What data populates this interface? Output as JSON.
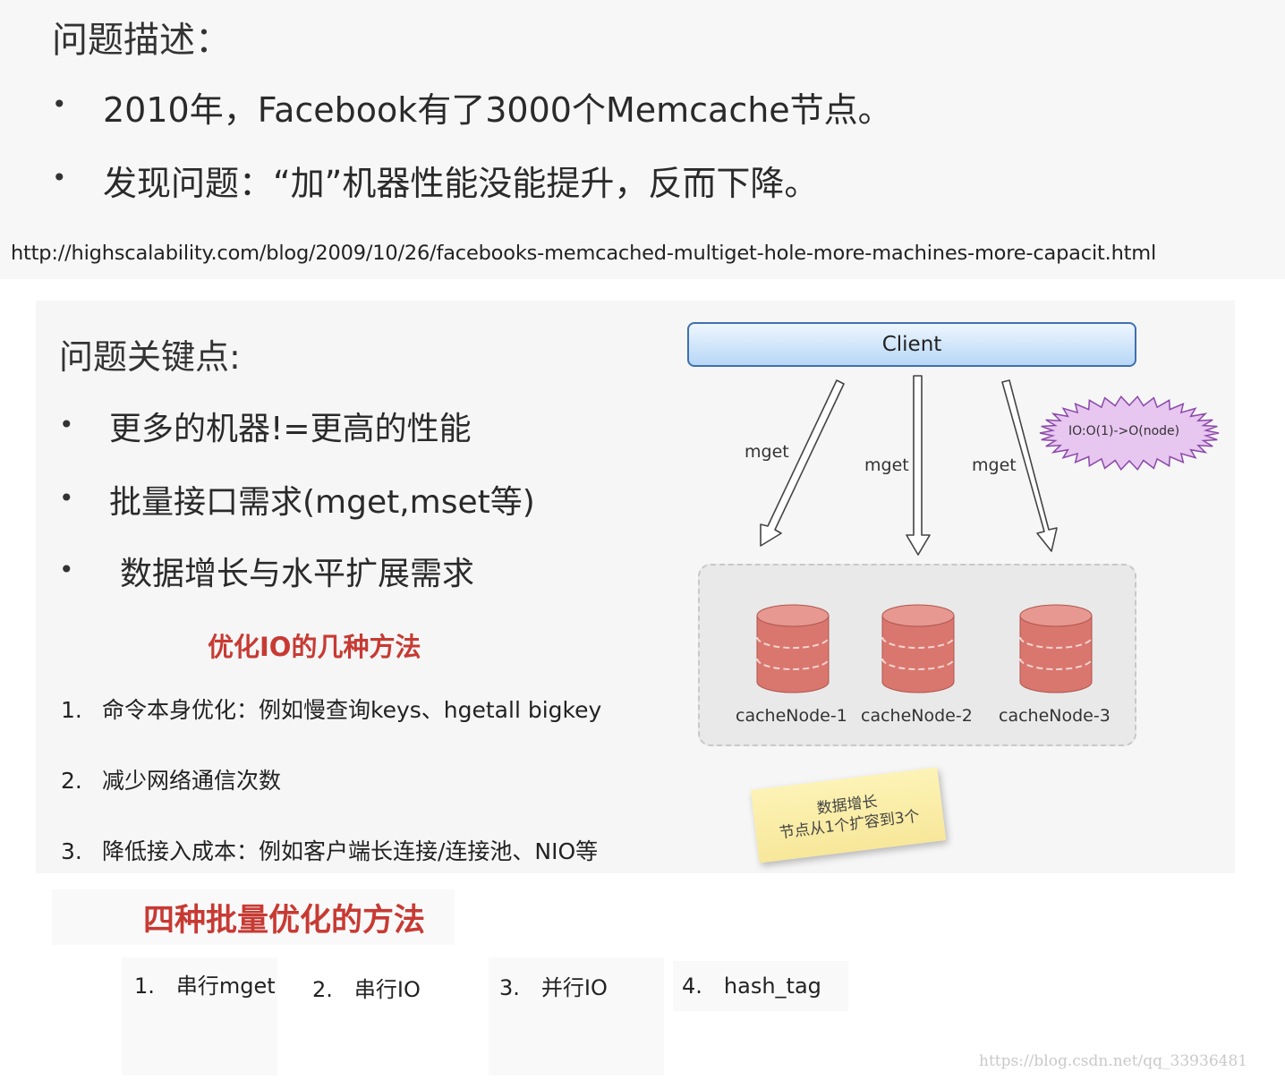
{
  "problem": {
    "title": "问题描述：",
    "bullets": [
      "2010年，Facebook有了3000个Memcache节点。",
      "发现问题：“加”机器性能没能提升，反而下降。"
    ],
    "url": "http://highscalability.com/blog/2009/10/26/facebooks-memcached-multiget-hole-more-machines-more-capacit.html"
  },
  "keypoints": {
    "title": "问题关键点:",
    "items": [
      "更多的机器!=更高的性能",
      "批量接口需求(mget,mset等)",
      "数据增长与水平扩展需求"
    ]
  },
  "io_methods": {
    "title": "优化IO的几种方法",
    "items": [
      {
        "num": "1.",
        "text": "命令本身优化：例如慢查询keys、hgetall bigkey"
      },
      {
        "num": "2.",
        "text": "减少网络通信次数"
      },
      {
        "num": "3.",
        "text": "降低接入成本：例如客户端长连接/连接池、NIO等"
      }
    ]
  },
  "batch_methods": {
    "title": "四种批量优化的方法",
    "items": [
      {
        "num": "1.",
        "text": "串行mget"
      },
      {
        "num": "2.",
        "text": "串行IO"
      },
      {
        "num": "3.",
        "text": "并行IO"
      },
      {
        "num": "4.",
        "text": "hash_tag"
      }
    ]
  },
  "diagram": {
    "client_label": "Client",
    "arrow_labels": [
      "mget",
      "mget",
      "mget"
    ],
    "badge": "IO:O(1)->O(node)",
    "nodes": [
      "cacheNode-1",
      "cacheNode-2",
      "cacheNode-3"
    ],
    "note_lines": [
      "数据增长",
      "节点从1个扩容到3个"
    ],
    "colors": {
      "client_border": "#3f6fb0",
      "db_fill": "#d9776f",
      "badge_fill": "#e7c6f0",
      "badge_stroke": "#8b4aa8",
      "note_fill": "#fbeeaa"
    }
  },
  "watermark": "https://blog.csdn.net/qq_33936481"
}
